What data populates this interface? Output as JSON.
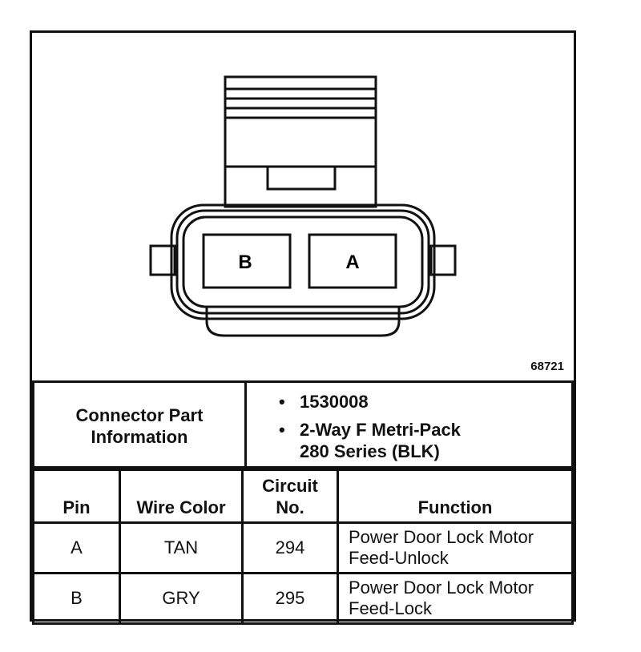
{
  "diagram": {
    "figure_id": "68721",
    "cavities": [
      {
        "pin": "B"
      },
      {
        "pin": "A"
      }
    ]
  },
  "connector_info": {
    "label": "Connector Part Information",
    "part_number": "1530008",
    "description_line1": "2-Way F Metri-Pack",
    "description_line2": "280 Series (BLK)"
  },
  "pin_table": {
    "headers": {
      "pin": "Pin",
      "wire_color": "Wire Color",
      "circuit_line1": "Circuit",
      "circuit_line2": "No.",
      "function": "Function"
    },
    "rows": [
      {
        "pin": "A",
        "wire_color": "TAN",
        "circuit": "294",
        "function_line1": "Power Door Lock Motor",
        "function_line2": "Feed-Unlock"
      },
      {
        "pin": "B",
        "wire_color": "GRY",
        "circuit": "295",
        "function_line1": "Power Door Lock Motor",
        "function_line2": "Feed-Lock"
      }
    ]
  }
}
